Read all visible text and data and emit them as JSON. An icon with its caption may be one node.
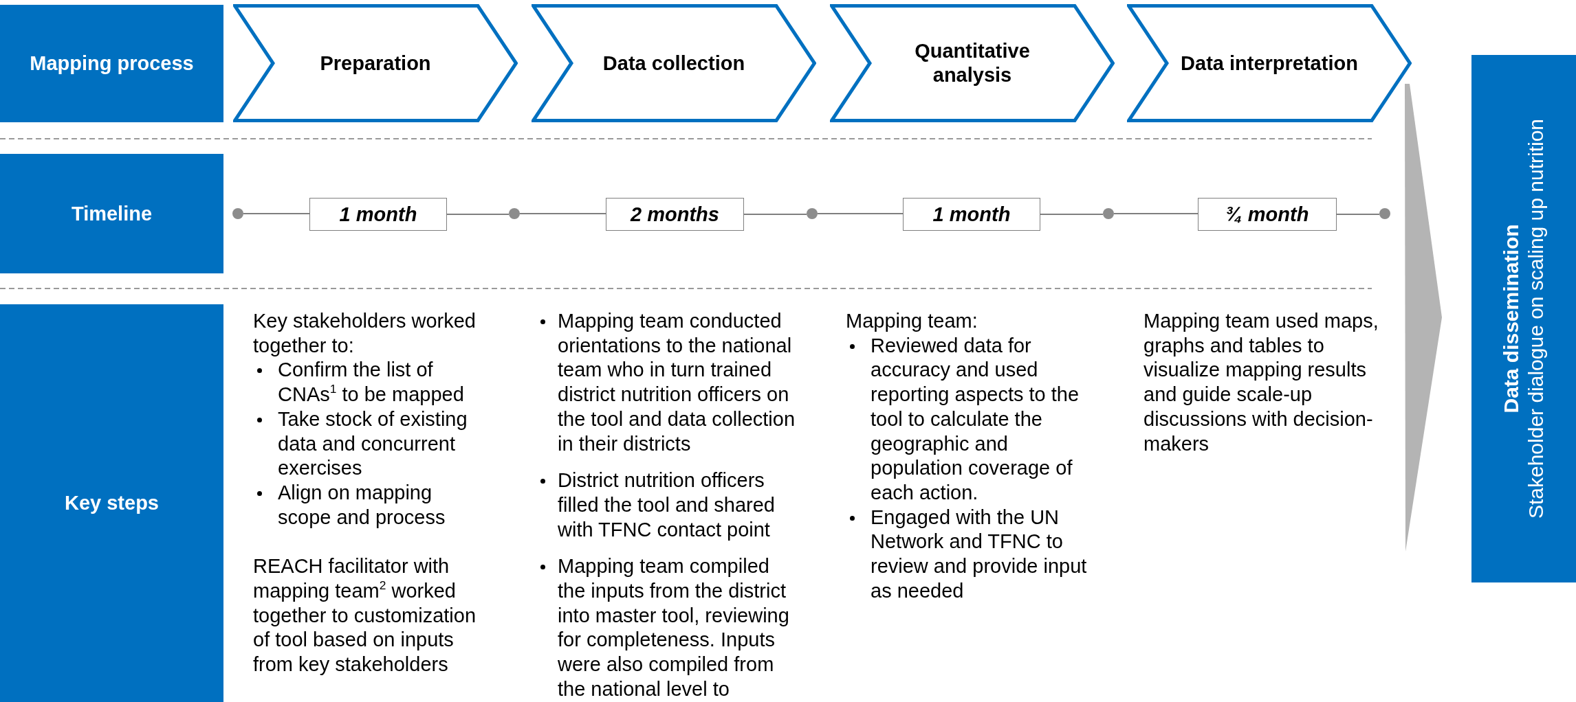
{
  "diagram": {
    "nodes": [
      {
        "text": [
          "Mapping process"
        ]
      },
      {
        "text": [
          "Preparation"
        ]
      },
      {
        "text": [
          "Data collection"
        ]
      },
      {
        "text": [
          "Quantitative analysis"
        ]
      },
      {
        "text": [
          "Data interpretation"
        ]
      },
      {
        "text": [
          "Timeline"
        ]
      },
      {
        "text": [
          "1 month"
        ]
      },
      {
        "text": [
          "2 months"
        ]
      },
      {
        "text": [
          "1 month"
        ]
      },
      {
        "text": [
          "¾ month"
        ]
      },
      {
        "text": [],
        "shape": "circle"
      },
      {
        "text": [],
        "shape": "circle"
      },
      {
        "text": [],
        "shape": "circle"
      },
      {
        "text": [],
        "shape": "circle"
      },
      {
        "text": [],
        "shape": "circle"
      },
      {
        "text": [
          "Key steps"
        ]
      },
      {
        "text": [
          "Data dissemination",
          "Stakeholder dialogue on scaling up nutrition"
        ]
      }
    ],
    "edges": [
      {
        "from": 10,
        "to": 6,
        "arrow": "none"
      },
      {
        "from": 6,
        "to": 11,
        "arrow": "none"
      },
      {
        "from": 11,
        "to": 7,
        "arrow": "none"
      },
      {
        "from": 7,
        "to": 12,
        "arrow": "none"
      },
      {
        "from": 12,
        "to": 8,
        "arrow": "none"
      },
      {
        "from": 8,
        "to": 13,
        "arrow": "none"
      },
      {
        "from": 13,
        "to": 9,
        "arrow": "none"
      },
      {
        "from": 9,
        "to": 14,
        "arrow": "none"
      }
    ],
    "labels": [
      "Key stakeholders worked together to:",
      "Confirm the list of CNAs$^{1}$ to be mapped",
      "Take stock of existing data and concurrent exercises",
      "Align on mapping scope and process",
      "REACH facilitator with mapping team$^{2}$ worked together to customization of tool based on inputs from key stakeholders",
      "Mapping team conducted orientations to the national team who in turn trained district nutrition officers on the tool and data collection in their districts",
      "District nutrition officers filled the tool and shared with TFNC contact point",
      "Mapping team compiled the inputs from the district into master tool, reviewing for completeness. Inputs were also compiled from the national level to",
      "Mapping team:",
      "Reviewed data for accuracy and used reporting aspects to the tool to calculate the geographic and population coverage of each action.",
      "Engaged with the UN Network and TFNC to review and provide input as needed",
      "Mapping team used maps, graphs and tables to visualize mapping results and guide scale-up discussions with decision-makers"
    ]
  }
}
